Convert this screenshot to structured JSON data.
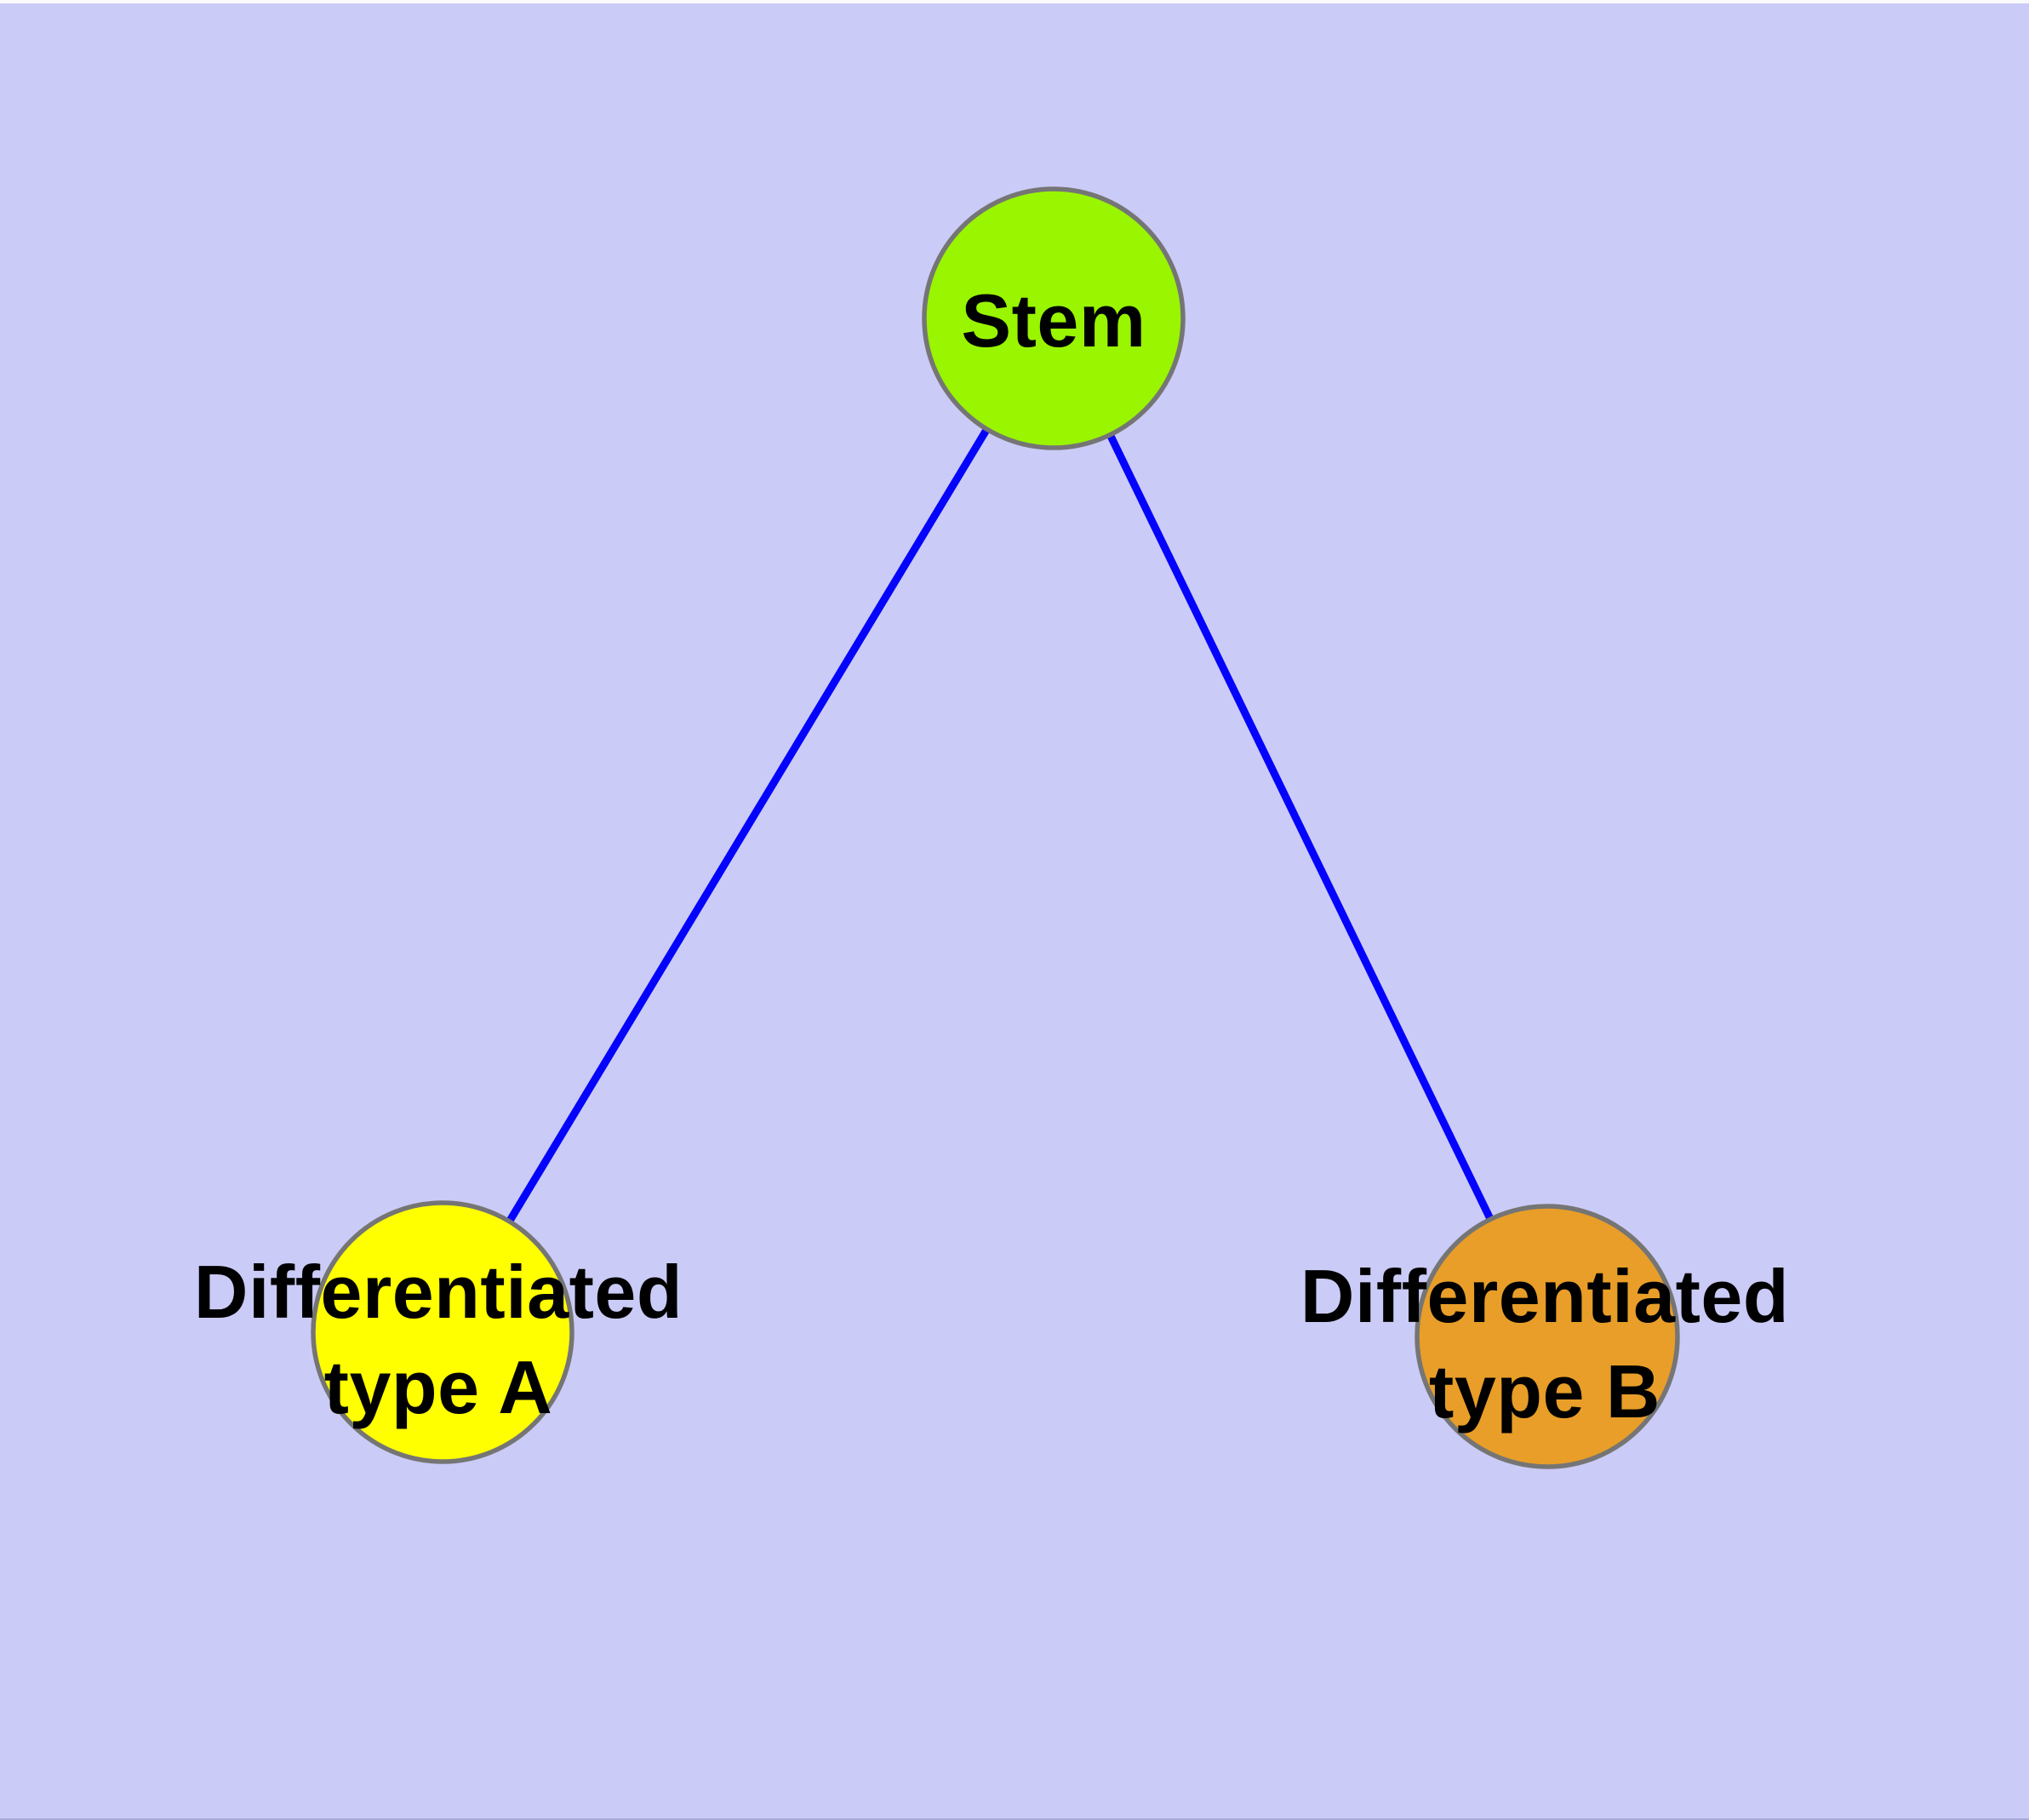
{
  "diagram": {
    "title": "",
    "background_color": "#CBCBF7",
    "edge_color": "#0404FC",
    "node_border_color": "#757575",
    "text_color": "#000000",
    "nodes": {
      "stem": {
        "label": "Stem",
        "fill": "#99F500"
      },
      "diff_a": {
        "label_line1": "Differentiated",
        "label_line2": "type A",
        "label": "Differentiated type A",
        "fill": "#FFFF00"
      },
      "diff_b": {
        "label_line1": "Differentiated",
        "label_line2": "type B",
        "label": "Differentiated type B",
        "fill": "#E89E28"
      }
    },
    "edges": [
      {
        "from": "Stem",
        "to": "Differentiated type A"
      },
      {
        "from": "Stem",
        "to": "Differentiated type B"
      }
    ]
  }
}
